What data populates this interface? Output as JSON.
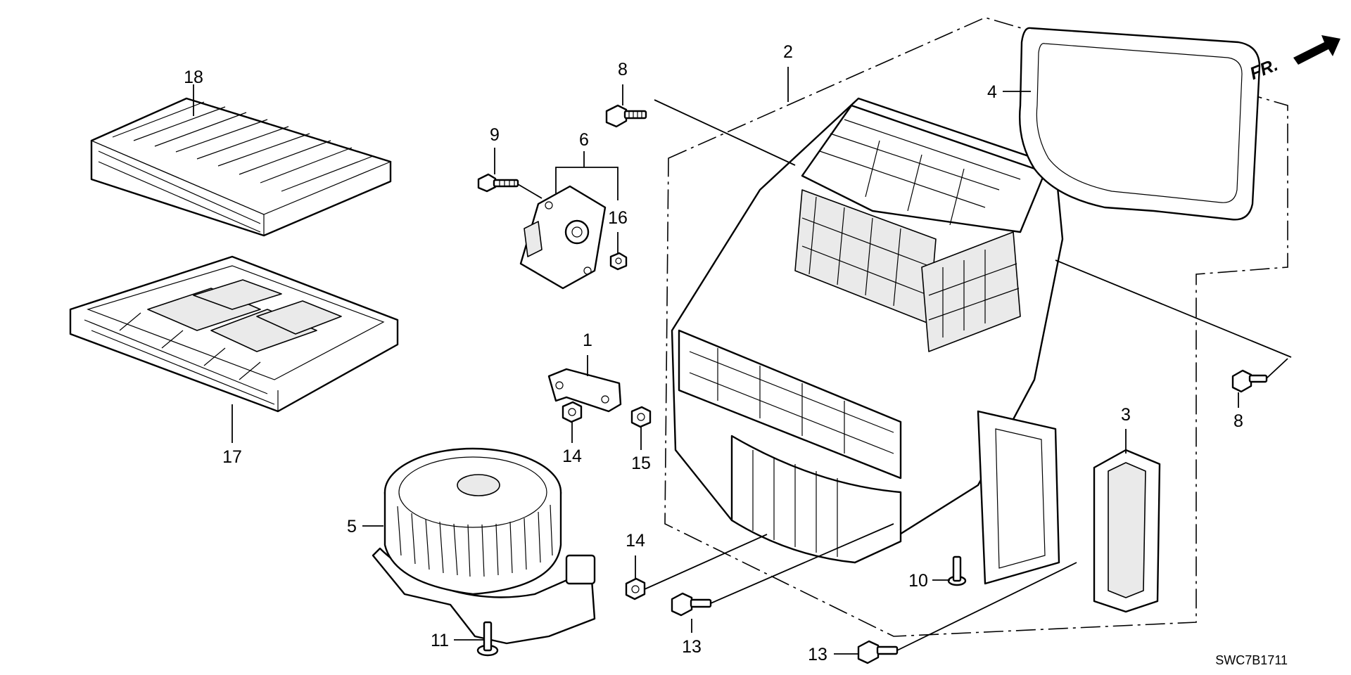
{
  "diagram": {
    "drawing_code": "SWC7B1711",
    "front_indicator": "FR.",
    "callouts": [
      {
        "id": "c1",
        "label": "1"
      },
      {
        "id": "c2",
        "label": "2"
      },
      {
        "id": "c3",
        "label": "3"
      },
      {
        "id": "c4",
        "label": "4"
      },
      {
        "id": "c5",
        "label": "5"
      },
      {
        "id": "c6",
        "label": "6"
      },
      {
        "id": "c8a",
        "label": "8"
      },
      {
        "id": "c8b",
        "label": "8"
      },
      {
        "id": "c9",
        "label": "9"
      },
      {
        "id": "c10",
        "label": "10"
      },
      {
        "id": "c11",
        "label": "11"
      },
      {
        "id": "c13a",
        "label": "13"
      },
      {
        "id": "c13b",
        "label": "13"
      },
      {
        "id": "c14a",
        "label": "14"
      },
      {
        "id": "c14b",
        "label": "14"
      },
      {
        "id": "c15",
        "label": "15"
      },
      {
        "id": "c16",
        "label": "16"
      },
      {
        "id": "c17",
        "label": "17"
      },
      {
        "id": "c18",
        "label": "18"
      }
    ]
  }
}
